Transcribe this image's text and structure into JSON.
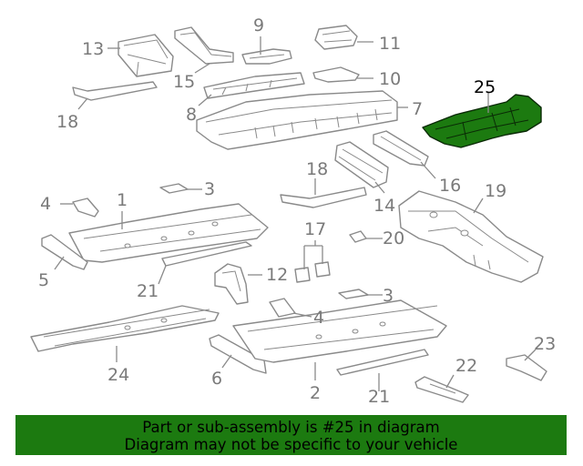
{
  "highlight_color": "#1c7a10",
  "selected_part": "25",
  "callouts": {
    "c1": "1",
    "c2": "2",
    "c3a": "3",
    "c3b": "3",
    "c4a": "4",
    "c4b": "4",
    "c5": "5",
    "c6": "6",
    "c7": "7",
    "c8": "8",
    "c9": "9",
    "c10": "10",
    "c11": "11",
    "c12": "12",
    "c13": "13",
    "c14": "14",
    "c15": "15",
    "c16": "16",
    "c17": "17",
    "c18a": "18",
    "c18b": "18",
    "c19": "19",
    "c20": "20",
    "c21a": "21",
    "c21b": "21",
    "c22": "22",
    "c23": "23",
    "c24": "24",
    "c25": "25"
  },
  "banner": {
    "line1": "Part or sub-assembly is #25 in diagram",
    "line2": "Diagram may not be specific to your vehicle"
  }
}
